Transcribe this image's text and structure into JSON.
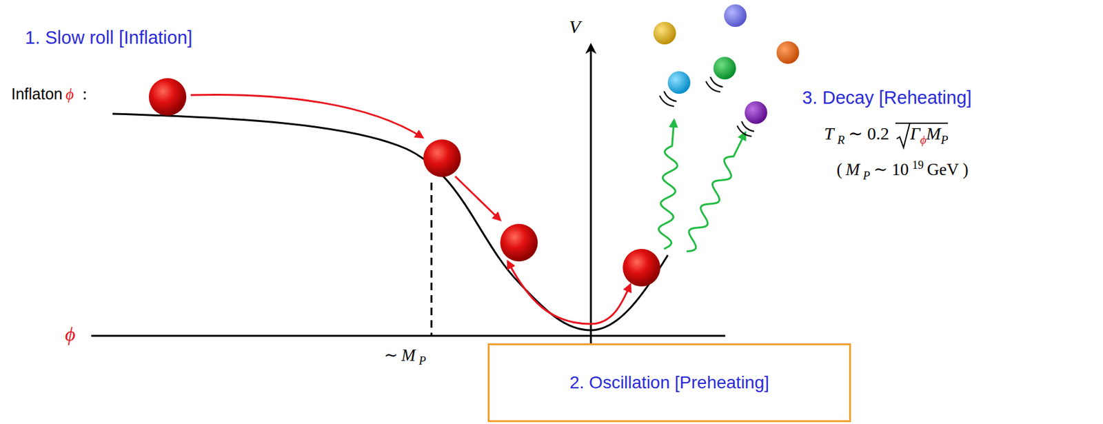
{
  "diagram": {
    "nodes": [
      {
        "text": [
          "2. Oscillation [Preheating]"
        ]
      }
    ],
    "labels": [
      "1. Slow roll [Inflation]",
      "Inflaton",
      "ϕ",
      "：",
      "V",
      "ϕ",
      "∼",
      "M",
      "P",
      "3. Decay [Reheating]",
      "T",
      "R",
      "∼ 0.2",
      "Γ",
      "ϕ",
      "M",
      "P",
      "(",
      "M",
      "P",
      "∼ 10",
      "19",
      "GeV )"
    ]
  }
}
